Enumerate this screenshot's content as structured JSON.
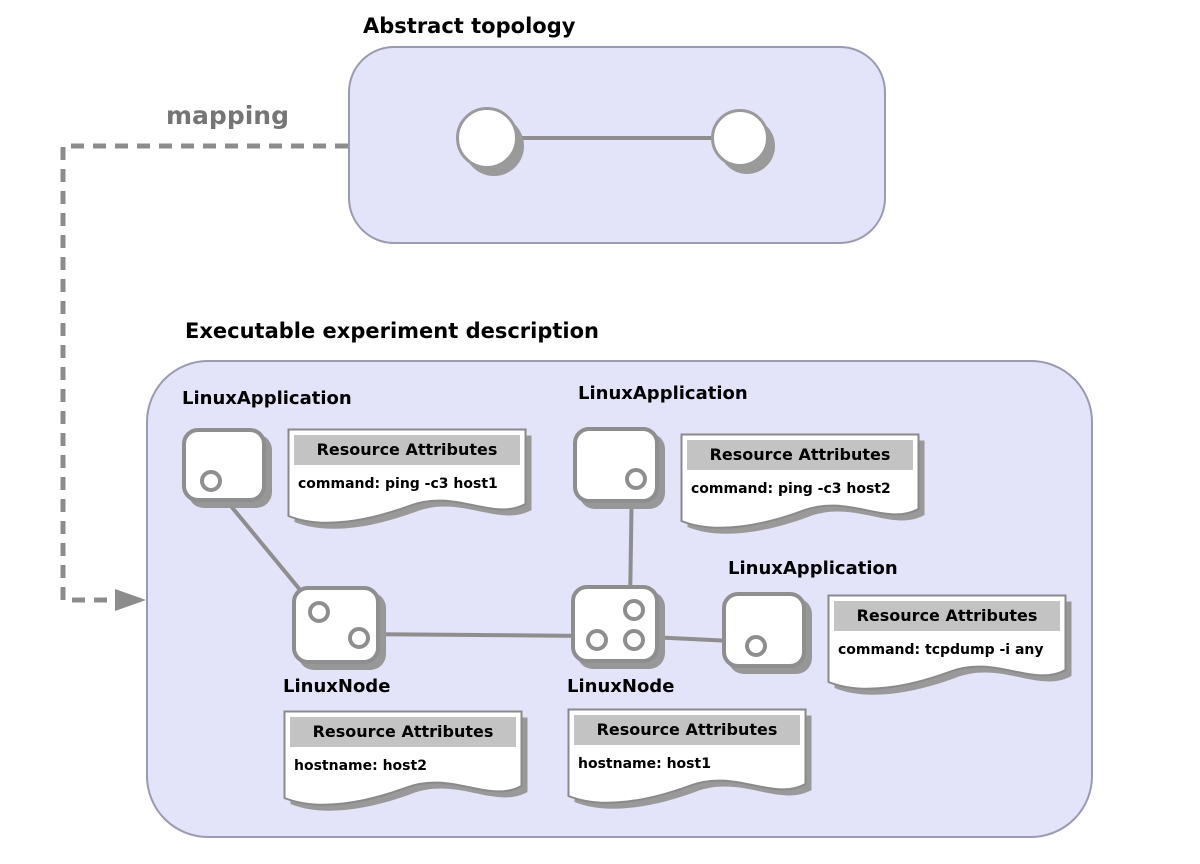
{
  "titles": {
    "abstract": "Abstract topology",
    "executable": "Executable experiment description",
    "mapping": "mapping"
  },
  "colors": {
    "panel_fill": "#e3e3f9",
    "panel_border": "#9a9ab0",
    "connector_gray": "#8e8e8e",
    "unit_shadow_gray": "#979797",
    "note_header_bg": "#c3c3c3",
    "mapping_text_gray": "#757575"
  },
  "executable_panel": {
    "applications": [
      {
        "label": "LinuxApplication",
        "note_title": "Resource Attributes",
        "note_body": "command: ping -c3 host1"
      },
      {
        "label": "LinuxApplication",
        "note_title": "Resource Attributes",
        "note_body": "command: ping -c3 host2"
      },
      {
        "label": "LinuxApplication",
        "note_title": "Resource Attributes",
        "note_body": "command: tcpdump -i any"
      }
    ],
    "nodes": [
      {
        "label": "LinuxNode",
        "note_title": "Resource Attributes",
        "note_body": "hostname: host2"
      },
      {
        "label": "LinuxNode",
        "note_title": "Resource Attributes",
        "note_body": "hostname: host1"
      }
    ]
  }
}
